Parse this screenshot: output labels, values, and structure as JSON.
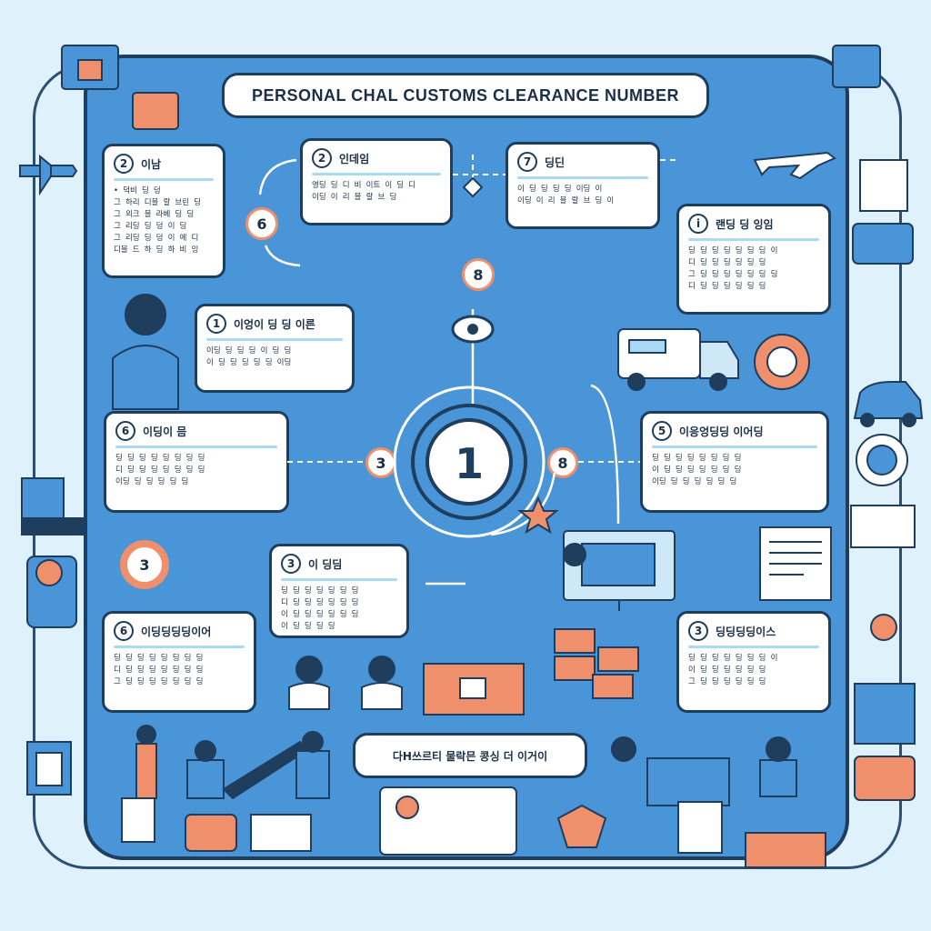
{
  "title": "PERSONAL CHAL CUSTOMS CLEARANCE NUMBER",
  "center": {
    "number": "1"
  },
  "cards": [
    {
      "id": "card-tl",
      "num": "2",
      "heading": "이남",
      "text": "• 덕비 딩 덩\n그 하리 디블 랄 브린 딩\n그 외크 블 라베 딩 딩\n그 리딩 딩 덩 이 딩\n그 리딩 딩 덩 이 에 디\n디블 드 하 딩 하 비 잉"
    },
    {
      "id": "card-tc",
      "num": "2",
      "heading": "인데임",
      "text": "영딩 딩 디 비 이트 이 딩 디\n이딩 이 리 블 랄 브 딩"
    },
    {
      "id": "card-tr",
      "num": "7",
      "heading": "딩딘",
      "text": "이 딩 딩 딩 딩 이딩 이\n이딩 이 리 블 랄 브 딩 이"
    },
    {
      "id": "card-rt",
      "num": "i",
      "heading": "랜딩 딩 잉임",
      "text": "딩 딩 딩 딩 딩 딩 딩 이\n디 딩 딩 딩 딩 딩 딩\n그 딩 딩 딩 딩 딩 딩 딩\n디 딩 딩 딩 딩 딩 딩"
    },
    {
      "id": "card-l1",
      "num": "1",
      "heading": "이엉이 딩 딩 이른",
      "text": "이딩 딩 딩 딩 이 딩 딩\n이 딩 딩 딩 딩 딩 이딩"
    },
    {
      "id": "card-l2",
      "num": "6",
      "heading": "이딩이 믐",
      "text": "딩 딩 딩 딩 딩 딩 딩 딩\n디 딩 딩 딩 딩 딩 딩 딩\n이딩 딩 딩 딩 딩 딩"
    },
    {
      "id": "card-r2",
      "num": "5",
      "heading": "이응엉딩딩 이어딩",
      "text": "딩 딩 딩 딩 딩 딩 딩 딩\n이 딩 딩 딩 딩 딩 딩 딩\n이딩 딩 딩 딩 딩 딩 딩"
    },
    {
      "id": "card-c3",
      "num": "3",
      "heading": "이 딩딤",
      "text": "딩 딩 딩 딩 딩 딩 딩\n디 딩 딩 딩 딩 딩 딩\n이 딩 딩 딩 딩 딩 딩\n이 딩 딩 딩 딩"
    },
    {
      "id": "card-bl",
      "num": "6",
      "heading": "이딩딩딩딩이어",
      "text": "딩 딩 딩 딩 딩 딩 딩 딩\n디 딩 딩 딩 딩 딩 딩 딩\n그 딩 딩 딩 딩 딩 딩 딩"
    },
    {
      "id": "card-br",
      "num": "3",
      "heading": "딩딩딩딩이스",
      "text": "딩 딩 딩 딩 딩 딩 딩 이\n이 딩 딩 딩 딩 딩 딩\n그 딩 딩 딩 딩 딩 딩"
    }
  ],
  "orange_circles": [
    "6",
    "8",
    "3",
    "8",
    "3"
  ],
  "bottom_label": "다H쓰르티 물락믄 콩싱 더 이거이",
  "colors": {
    "panel": "#4a94d8",
    "accent": "#ef8f6b",
    "outline": "#1f3d5c",
    "highlight": "#a9d9f3"
  },
  "icons": [
    "airplane-icon",
    "truck-icon",
    "suitcase-icon",
    "car-icon",
    "gear-icon",
    "monitor-icon",
    "document-icon",
    "person-icon",
    "star-icon",
    "eye-icon",
    "box-icon"
  ]
}
